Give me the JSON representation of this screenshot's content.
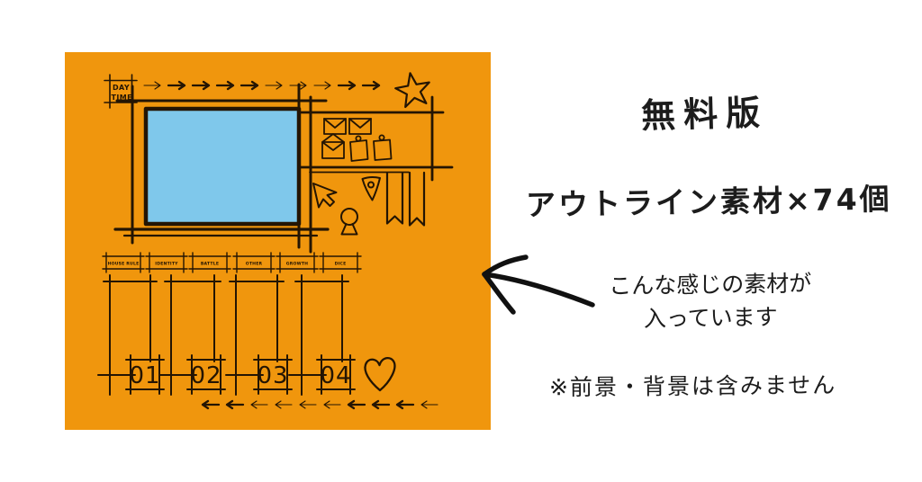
{
  "colors": {
    "panel_bg": "#F0960D",
    "photo_fill": "#7FC8EB",
    "ink": "#241503",
    "text": "#1C1C1C"
  },
  "panel": {
    "stamp": {
      "line1": "DAY",
      "line2": "TIME"
    },
    "category_labels": [
      "HOUSE RULE",
      "IDENTITY",
      "BATTLE",
      "OTHER",
      "GROWTH",
      "DICE"
    ],
    "bookmark_numbers": [
      "01",
      "02",
      "03",
      "04"
    ],
    "icons": [
      "right-arrow-row-icon",
      "star-icon",
      "photo-frame",
      "envelope-icon",
      "open-envelope-icon",
      "sticky-note-icon",
      "cursor-icon",
      "map-pin-icon",
      "keyhole-icon",
      "ribbon-icon",
      "heart-icon",
      "left-arrow-row-icon"
    ]
  },
  "annotations": {
    "title": "無料版",
    "subtitle": "アウトライン素材×74個",
    "caption_line1": "こんな感じの素材が",
    "caption_line2": "入っています",
    "disclaimer": "※前景・背景は含みません"
  }
}
